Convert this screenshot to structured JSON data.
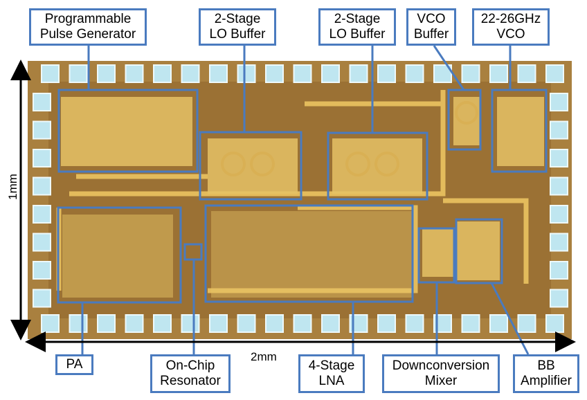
{
  "colors": {
    "callout": "#4a7bbf",
    "die": "#a37a3a",
    "metal": "#e8c264",
    "pad": "#b8e4ef"
  },
  "labels": {
    "pulse_gen": [
      "Programmable",
      "Pulse Generator"
    ],
    "lo_buffer_1": [
      "2-Stage",
      "LO Buffer"
    ],
    "lo_buffer_2": [
      "2-Stage",
      "LO Buffer"
    ],
    "vco_buffer": [
      "VCO",
      "Buffer"
    ],
    "vco": [
      "22-26GHz",
      "VCO"
    ],
    "pa": [
      "PA"
    ],
    "resonator": [
      "On-Chip",
      "Resonator"
    ],
    "lna": [
      "4-Stage",
      "LNA"
    ],
    "mixer": [
      "Downconversion",
      "Mixer"
    ],
    "bb_amp": [
      "BB",
      "Amplifier"
    ]
  },
  "dimensions": {
    "width": "2mm",
    "height": "1mm"
  }
}
